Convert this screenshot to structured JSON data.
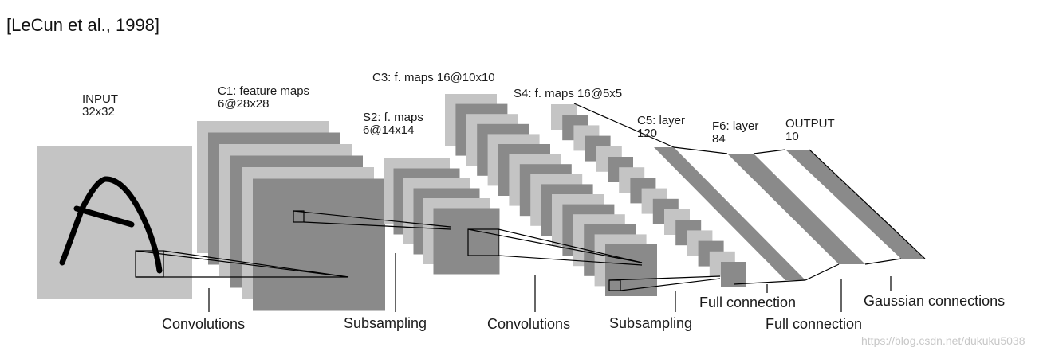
{
  "citation": "[LeCun et al., 1998]",
  "layers": {
    "input": {
      "line1": "INPUT",
      "line2": "32x32"
    },
    "c1": {
      "line1": "C1: feature maps",
      "line2": "6@28x28"
    },
    "s2": {
      "line1": "S2: f. maps",
      "line2": "6@14x14"
    },
    "c3": {
      "line1": "C3: f. maps 16@10x10"
    },
    "s4": {
      "line1": "S4: f. maps 16@5x5"
    },
    "c5": {
      "line1": "C5: layer",
      "line2": "120"
    },
    "f6": {
      "line1": "F6: layer",
      "line2": "84"
    },
    "output": {
      "line1": "OUTPUT",
      "line2": "10"
    }
  },
  "operations": {
    "conv1": "Convolutions",
    "sub1": "Subsampling",
    "conv2": "Convolutions",
    "sub2": "Subsampling",
    "full1": "Full connection",
    "full2": "Full connection",
    "gauss": "Gaussian connections"
  },
  "watermark": "https://blog.csdn.net/dukuku5038",
  "colors": {
    "light_gray": "#c4c4c4",
    "dark_gray": "#8a8a8a",
    "line": "#000000",
    "text": "#1a1a1a"
  }
}
